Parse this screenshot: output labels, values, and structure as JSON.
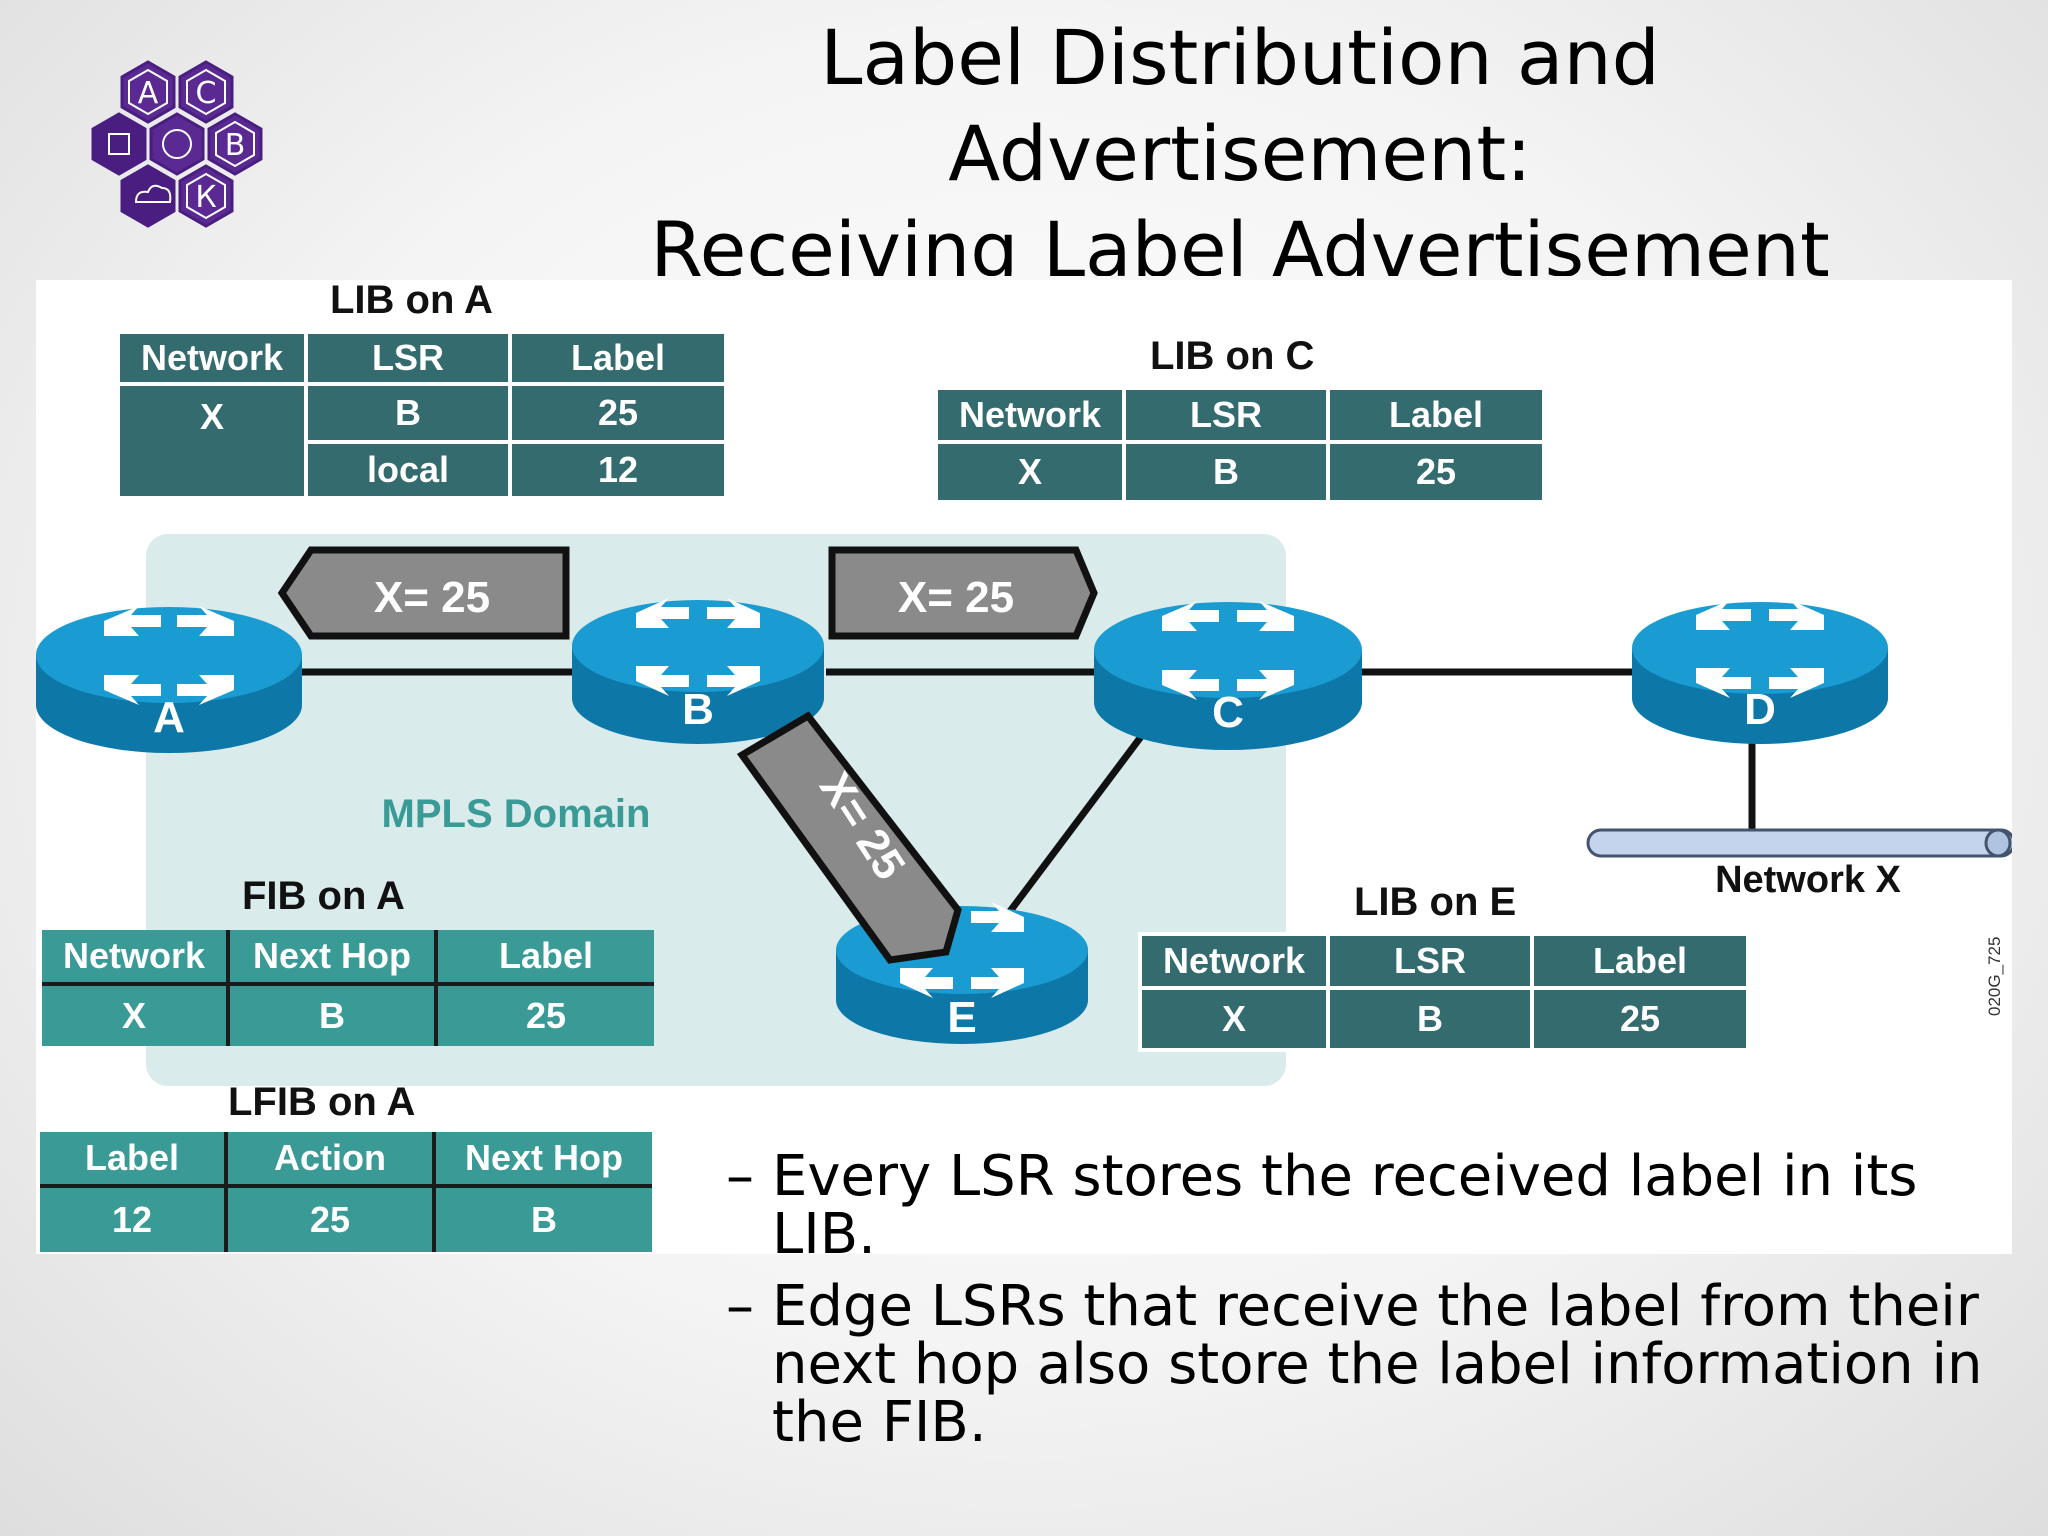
{
  "title": {
    "lines": [
      "Label Distribution and",
      "Advertisement:",
      "Receiving Label Advertisement"
    ]
  },
  "logo": {
    "letters": [
      "А",
      "С",
      "В",
      "К"
    ]
  },
  "tables": {
    "lib_on_a": {
      "caption": "LIB on A",
      "headers": [
        "Network",
        "LSR",
        "Label"
      ],
      "network": "X",
      "rows": [
        [
          "B",
          "25"
        ],
        [
          "local",
          "12"
        ]
      ]
    },
    "lib_on_c": {
      "caption": "LIB on C",
      "headers": [
        "Network",
        "LSR",
        "Label"
      ],
      "rows": [
        [
          "X",
          "B",
          "25"
        ]
      ]
    },
    "fib_on_a": {
      "caption": "FIB on A",
      "headers": [
        "Network",
        "Next Hop",
        "Label"
      ],
      "rows": [
        [
          "X",
          "B",
          "25"
        ]
      ]
    },
    "lfib_on_a": {
      "caption": "LFIB on A",
      "headers": [
        "Label",
        "Action",
        "Next Hop"
      ],
      "rows": [
        [
          "12",
          "25",
          "B"
        ]
      ]
    },
    "lib_on_e": {
      "caption": "LIB on E",
      "headers": [
        "Network",
        "LSR",
        "Label"
      ],
      "rows": [
        [
          "X",
          "B",
          "25"
        ]
      ]
    }
  },
  "diagram": {
    "domain_label": "MPLS Domain",
    "routers": [
      "A",
      "B",
      "C",
      "D",
      "E"
    ],
    "advertisements": [
      "X= 25",
      "X= 25",
      "X= 25"
    ],
    "network_label": "Network X",
    "figure_code": "020G_725",
    "colors": {
      "domain_fill": "#d9ebeb",
      "domain_text": "#3a9a96",
      "router_top": "#1a9bd2",
      "router_side": "#0d78a8",
      "arrow_box": "#8a8a8a",
      "table_dark": "#336b6e",
      "table_teal": "#3a9a96",
      "logo_purple": "#4a1e80"
    }
  },
  "bullets": [
    "Every LSR stores the received label in its LIB.",
    "Edge LSRs that receive the label from their next hop also store the label information in the FIB."
  ],
  "bullet_marker": "–"
}
